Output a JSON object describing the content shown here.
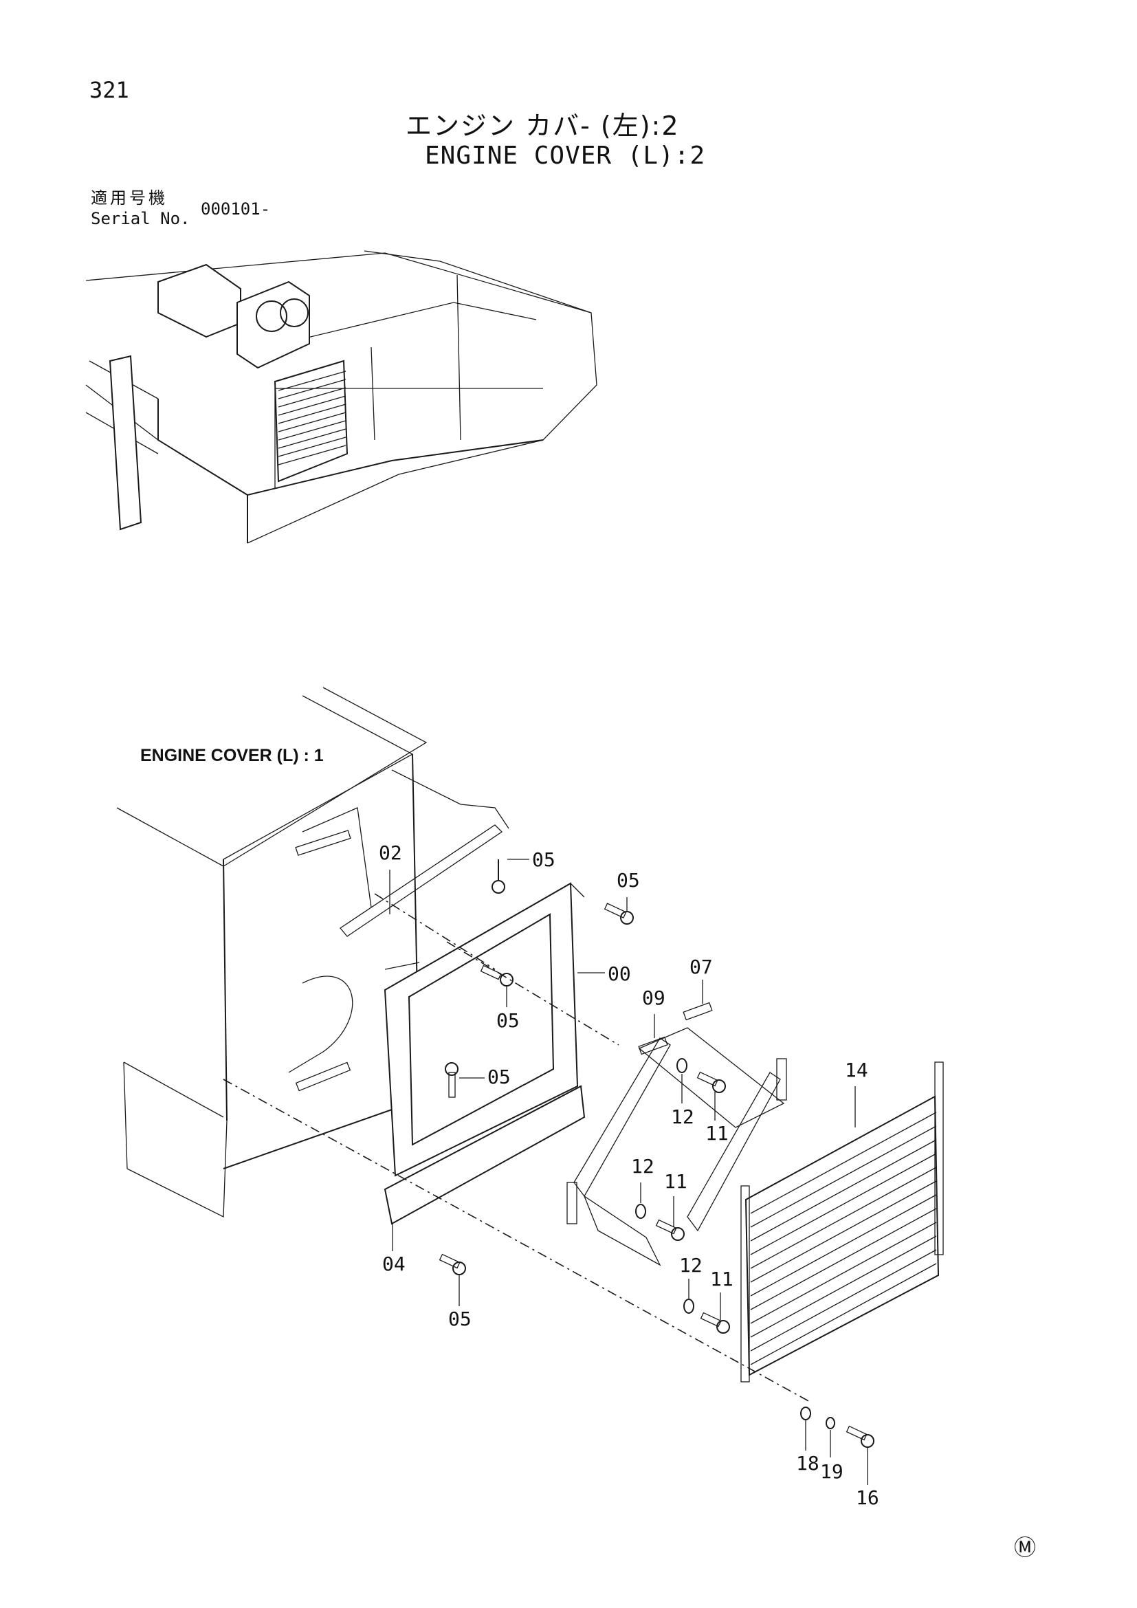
{
  "page": {
    "number": "321",
    "title_ja": "エンジン カバ- (左):2",
    "title_en": "ENGINE COVER (L):2",
    "serial_label_ja": "適用号機",
    "serial_label_en": "Serial No.",
    "serial_value": "000101-",
    "mark": "Ⓜ"
  },
  "diagram": {
    "reference_label": "ENGINE COVER (L) : 1",
    "callouts": [
      {
        "id": "c-02",
        "label": "02"
      },
      {
        "id": "c-05a",
        "label": "05"
      },
      {
        "id": "c-05b",
        "label": "05"
      },
      {
        "id": "c-00",
        "label": "00"
      },
      {
        "id": "c-05c",
        "label": "05"
      },
      {
        "id": "c-05d",
        "label": "05"
      },
      {
        "id": "c-07",
        "label": "07"
      },
      {
        "id": "c-09",
        "label": "09"
      },
      {
        "id": "c-14",
        "label": "14"
      },
      {
        "id": "c-12a",
        "label": "12"
      },
      {
        "id": "c-11a",
        "label": "11"
      },
      {
        "id": "c-12b",
        "label": "12"
      },
      {
        "id": "c-11b",
        "label": "11"
      },
      {
        "id": "c-12c",
        "label": "12"
      },
      {
        "id": "c-11c",
        "label": "11"
      },
      {
        "id": "c-04",
        "label": "04"
      },
      {
        "id": "c-05e",
        "label": "05"
      },
      {
        "id": "c-18",
        "label": "18"
      },
      {
        "id": "c-19",
        "label": "19"
      },
      {
        "id": "c-16",
        "label": "16"
      }
    ]
  }
}
